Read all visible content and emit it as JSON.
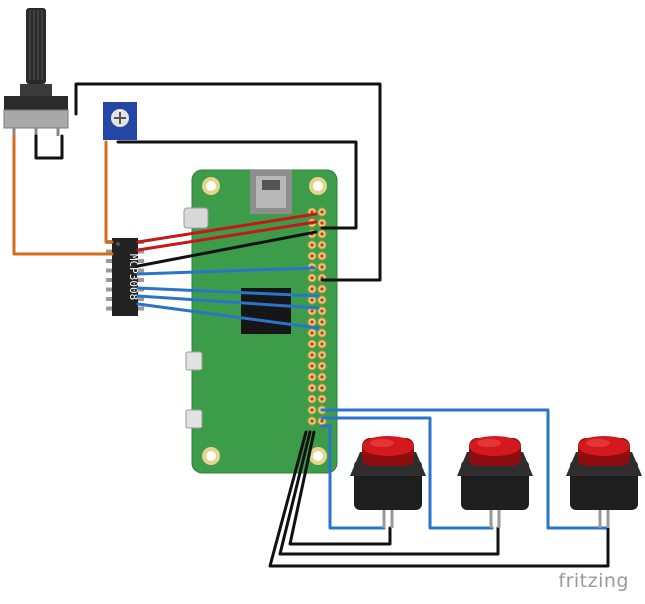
{
  "chip": {
    "label": "MCP3008"
  },
  "watermark": {
    "text": "fritzing"
  },
  "colors": {
    "board": "#3d9c4a",
    "chip": "#222222",
    "wire_red": "#c8171b",
    "wire_blue": "#2a74c9",
    "wire_orange": "#d46d1a",
    "wire_black": "#111111",
    "button_cap": "#d4191d",
    "trimmer": "#2447a6"
  },
  "components": {
    "potentiometer": "rotary-potentiometer",
    "trimmer": "trimmer-potentiometer",
    "board": "raspberry-pi-zero",
    "adc": "mcp3008-adc",
    "buttons": [
      "push-button-1",
      "push-button-2",
      "push-button-3"
    ]
  }
}
